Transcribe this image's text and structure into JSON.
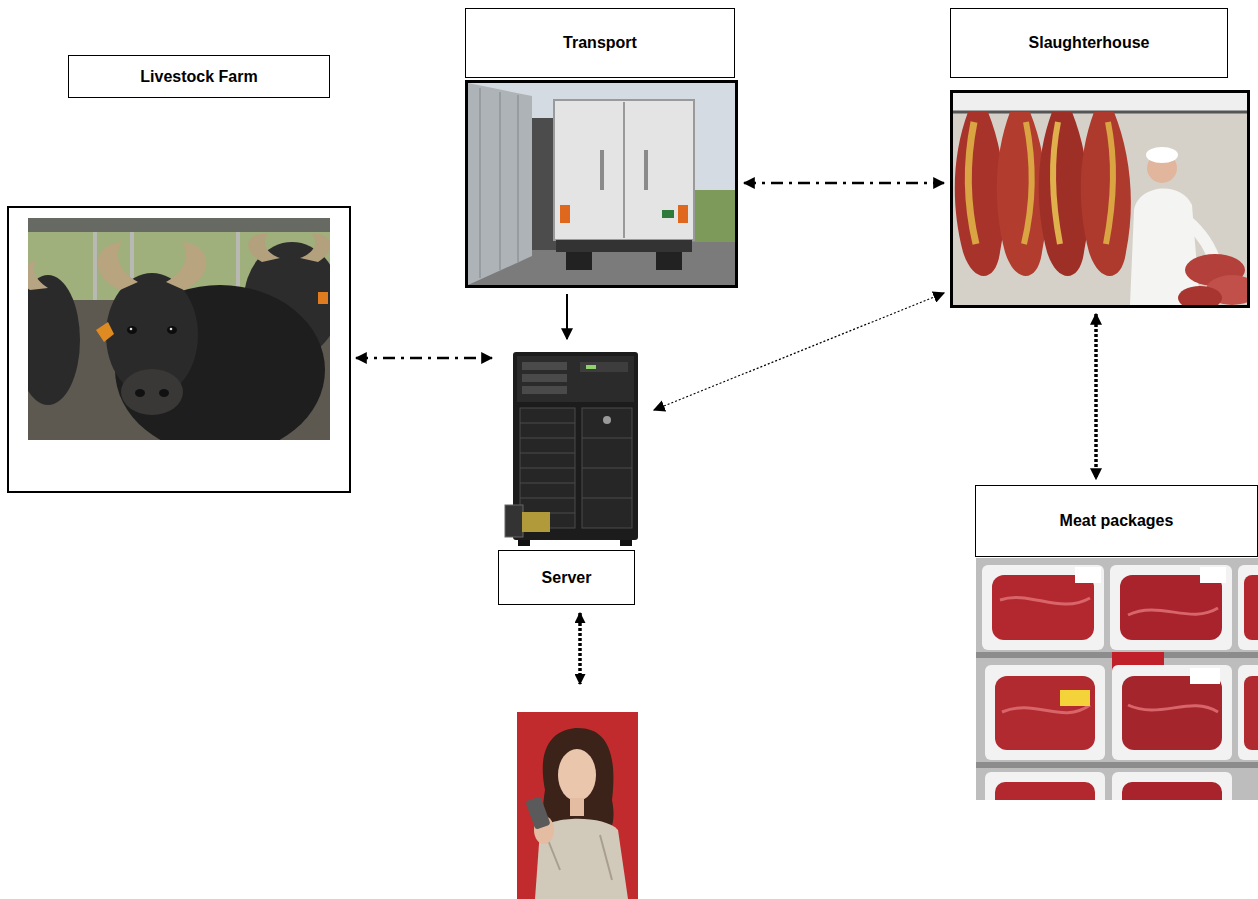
{
  "diagram": {
    "nodes": [
      {
        "text": [
          "Livestock Farm"
        ]
      },
      {
        "text": [
          "Transport"
        ]
      },
      {
        "text": [
          "Slaughterhouse"
        ]
      },
      {
        "text": [
          "Server"
        ]
      },
      {
        "text": [
          "Meat packages"
        ]
      }
    ],
    "edges": [
      {
        "from": 0,
        "to": 3,
        "arrow": "both"
      },
      {
        "from": 1,
        "to": 3,
        "arrow": "to"
      },
      {
        "from": 1,
        "to": 2,
        "arrow": "both"
      },
      {
        "from": 2,
        "to": 3,
        "arrow": "both"
      },
      {
        "from": 2,
        "to": 4,
        "arrow": "both"
      }
    ]
  }
}
